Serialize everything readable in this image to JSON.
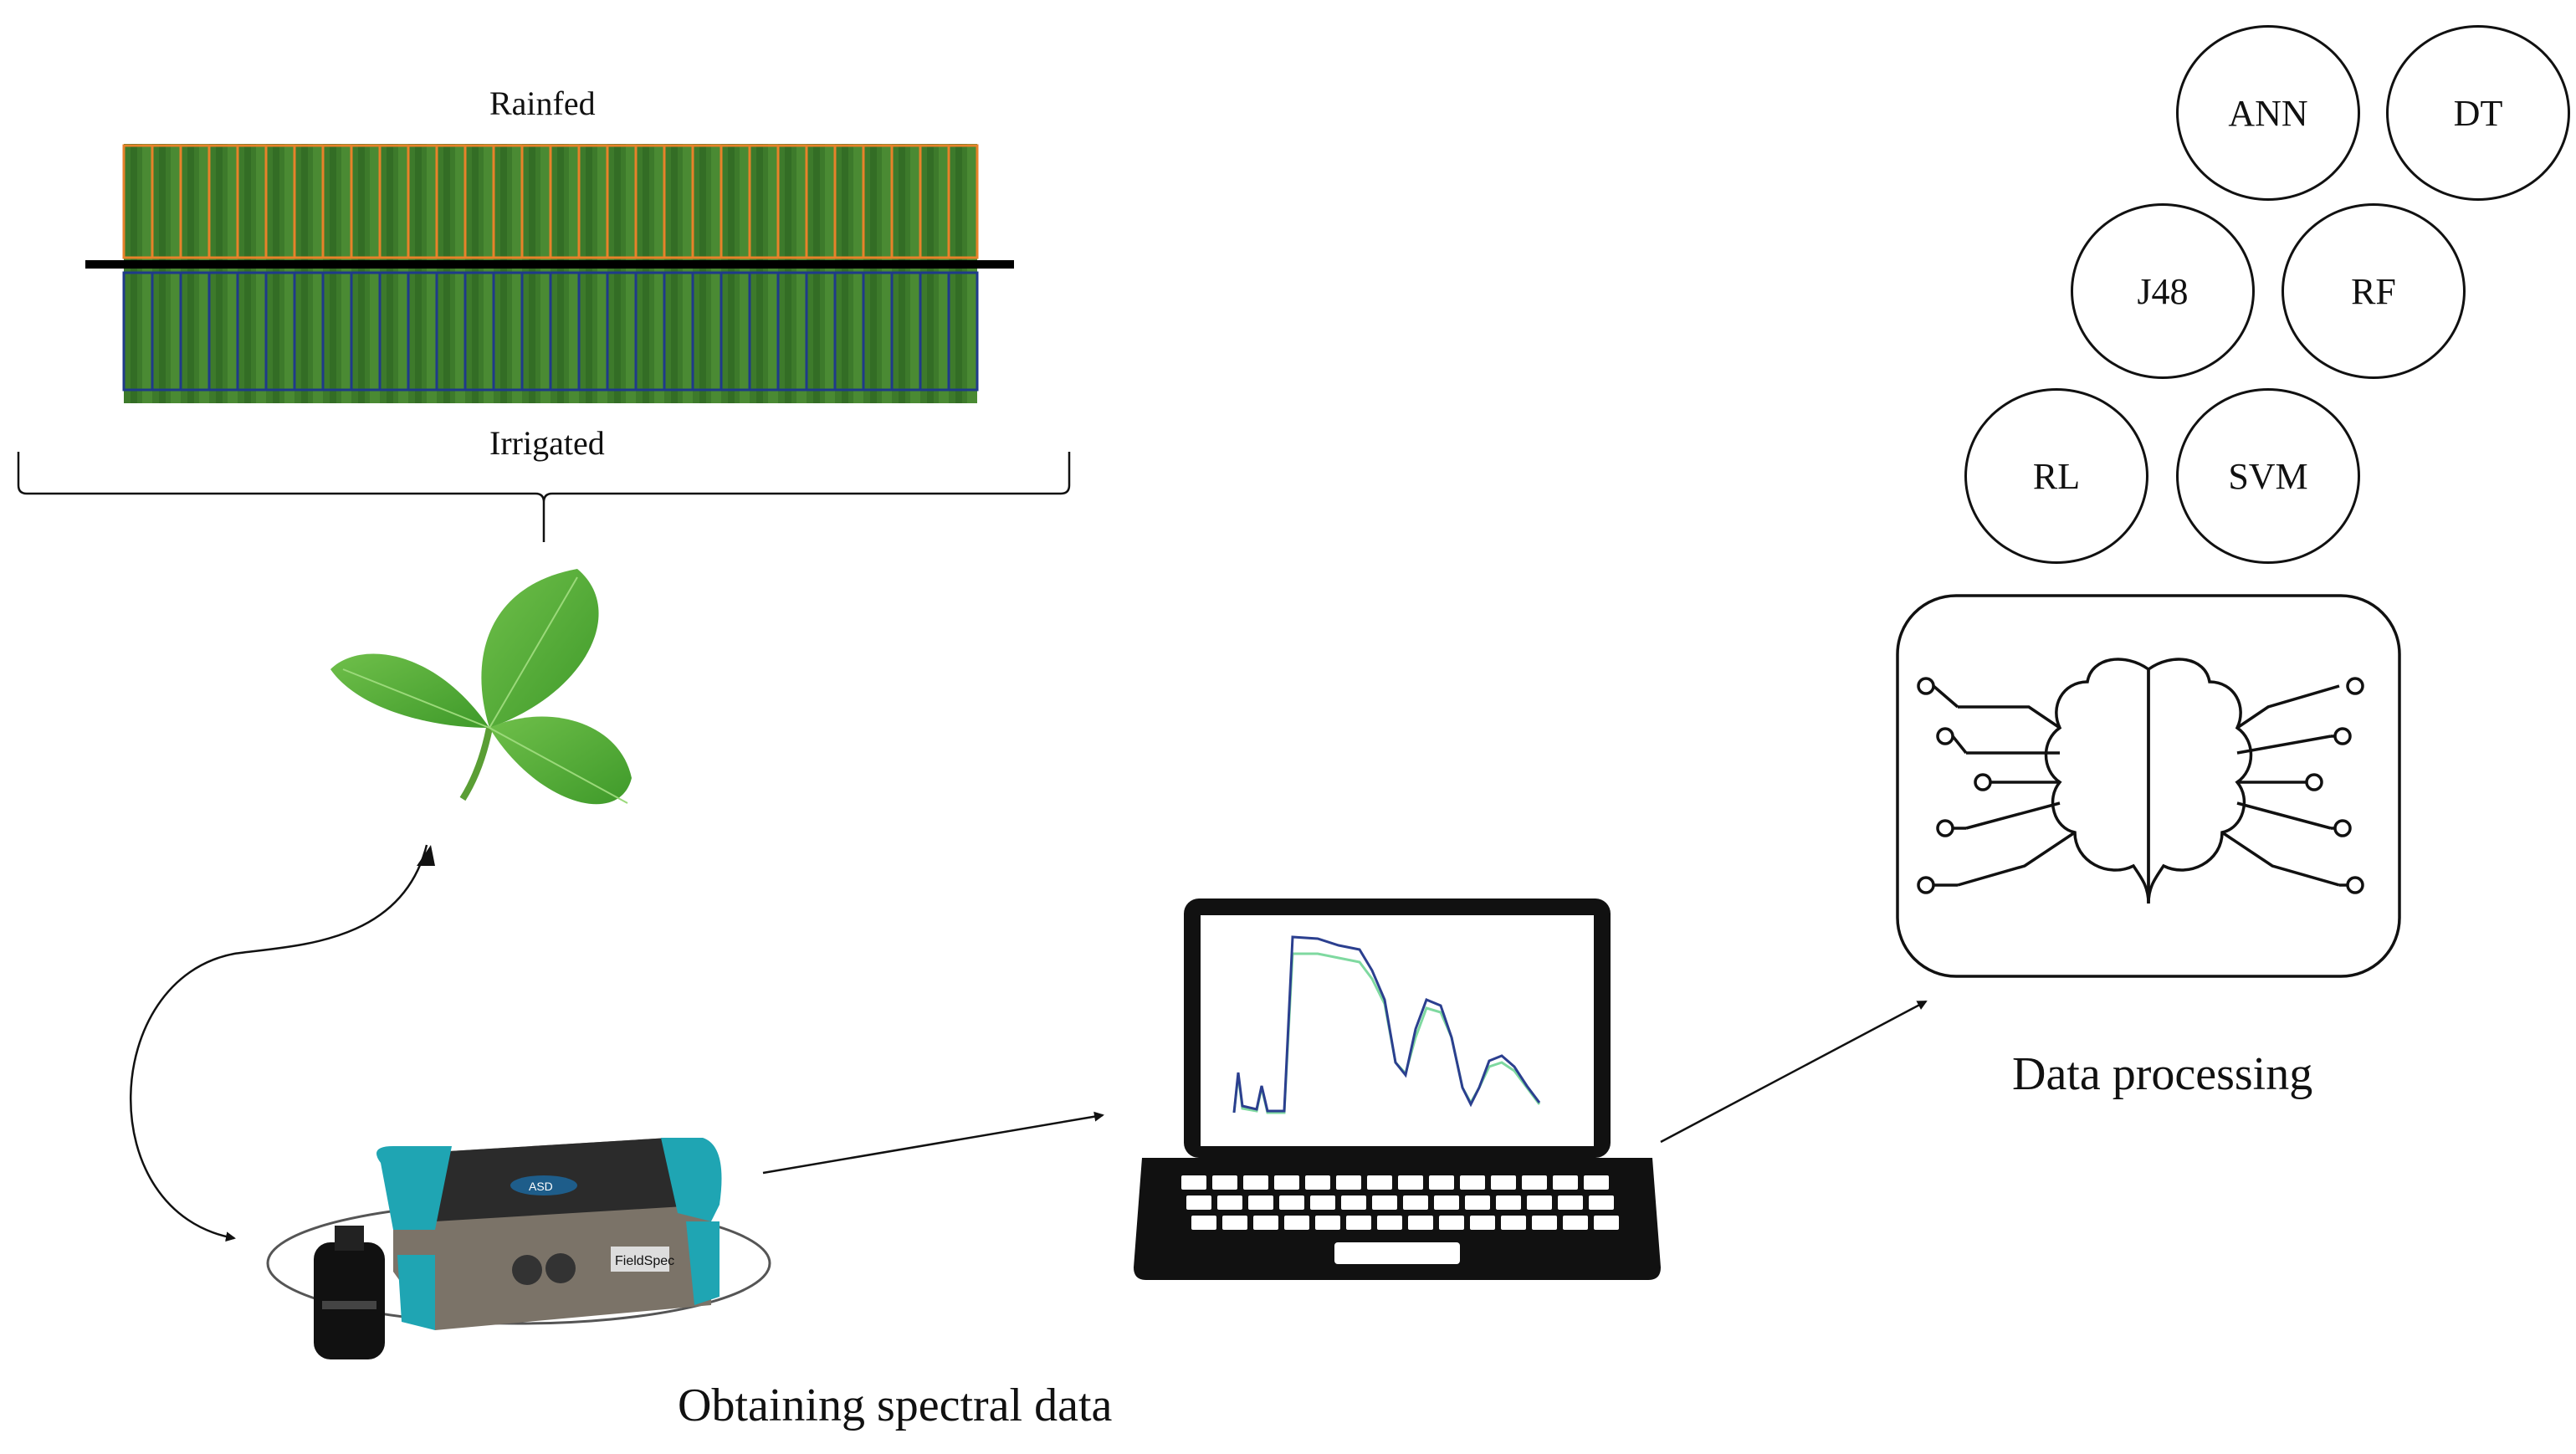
{
  "field": {
    "top_label": "Rainfed",
    "bottom_label": "Irrigated",
    "rainfed_color": "#e8822a",
    "irrigated_color": "#1f3a8a",
    "field_green": "#3f7a2c"
  },
  "models": [
    "ANN",
    "DT",
    "J48",
    "RF",
    "RL",
    "SVM"
  ],
  "steps": {
    "acquisition": "Obtaining spectral data",
    "processing": "Data processing"
  },
  "device": {
    "brand_mark": "ASD",
    "model": "FieldSpec"
  },
  "icons": [
    "soybean-leaf-icon",
    "spectroradiometer-icon",
    "laptop-icon",
    "brain-circuit-icon"
  ]
}
